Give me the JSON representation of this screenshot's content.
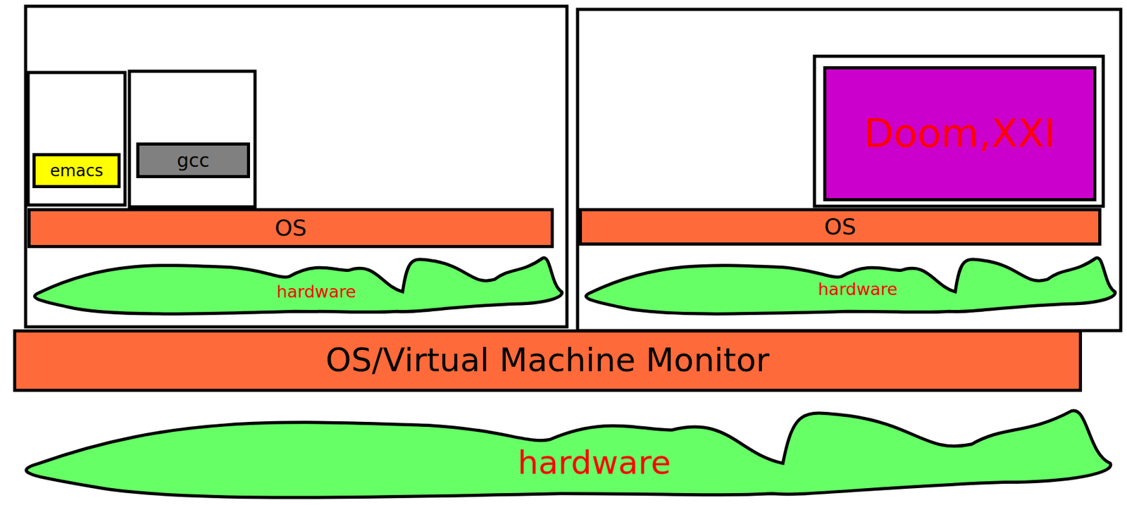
{
  "diagram": {
    "nodes": [
      {
        "text": [
          "emacs"
        ]
      },
      {
        "text": [
          "gcc"
        ]
      },
      {
        "text": [
          "OS"
        ]
      },
      {
        "text": [
          "hardware"
        ]
      },
      {
        "text": [
          "Doom,XXI"
        ]
      },
      {
        "text": [
          "OS"
        ]
      },
      {
        "text": [
          "hardware"
        ]
      },
      {
        "text": [
          "OS/Virtual Machine Monitor"
        ]
      },
      {
        "text": [
          "hardware"
        ]
      }
    ]
  }
}
